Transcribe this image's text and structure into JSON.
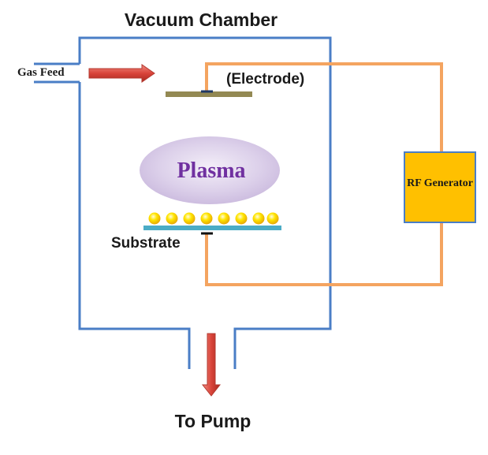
{
  "diagram": {
    "title": "Vacuum Chamber",
    "gas_feed": "Gas Feed",
    "electrode": "(Electrode)",
    "plasma": "Plasma",
    "rf_generator": "RF Generator",
    "substrate": "Substrate",
    "to_pump": "To Pump",
    "substrate_particle_count": 8
  },
  "colors": {
    "chamber_wall": "#4a7ec6",
    "circuit_wire": "#f4a460",
    "gas_arrow": "#d9443a",
    "electrode": "#938953",
    "plasma_cloud": "#d7cbe8",
    "plasma_text": "#7030a0",
    "rf_box": "#ffc000",
    "substrate_plate": "#4bacc6",
    "particle": "#ffd700"
  }
}
